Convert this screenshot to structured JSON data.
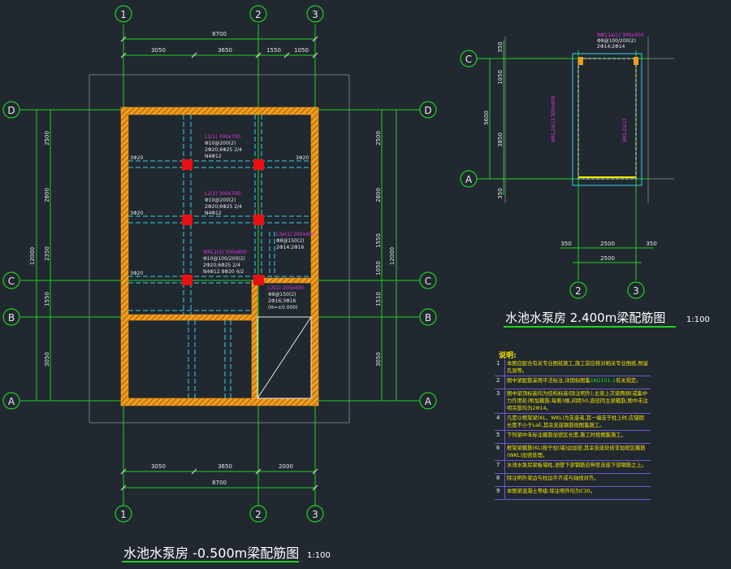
{
  "left_plan": {
    "title": "水池水泵房 -0.500m梁配筋图",
    "scale": "1:100",
    "axes_x": [
      "1",
      "2",
      "3"
    ],
    "axes_y": [
      "D",
      "C",
      "B",
      "A"
    ],
    "top_total_dim": "8700",
    "top_dims": [
      "3050",
      "3650",
      "1550",
      "1050"
    ],
    "bottom_total_dim": "8700",
    "bottom_dims": [
      "3050",
      "3650",
      "2000"
    ],
    "left_total_dim": "12000",
    "left_dims": [
      "2500",
      "2800",
      "2350",
      "1550",
      "3050"
    ],
    "right_total_dim": "12000",
    "right_dims": [
      "2500",
      "2800",
      "1550",
      "1050",
      "1510",
      "3050"
    ],
    "level_labels": [
      "3Φ20",
      "3Φ20",
      "3Φ20",
      "3Φ20"
    ],
    "beam_labels": [
      {
        "lines": [
          "L1(1) 300x700",
          "Φ10@200(2)",
          "2Φ20;6Φ25 2/4",
          "N4Φ12"
        ]
      },
      {
        "lines": [
          "L2(1) 300x700",
          "Φ10@200(2)",
          "2Φ20;6Φ25 2/4",
          "N4Φ12"
        ]
      },
      {
        "lines": [
          "WKL1(1) 300x800",
          "Φ10@100/200(2)",
          "2Φ20;6Φ25 2/4",
          "N4Φ12     8Φ20 4/2"
        ]
      },
      {
        "lines": [
          "L3a(1) 200x400",
          "Φ8@150(2)",
          "2Φ14;2Φ16"
        ]
      },
      {
        "lines": [
          "L3(1) 200x400",
          "Φ8@150(2)",
          "2Φ16;3Φ16",
          "(H=±0.000)"
        ]
      }
    ]
  },
  "right_plan": {
    "title": "水池水泵房 2.400m梁配筋图",
    "scale": "1:100",
    "axes_x": [
      "2",
      "3"
    ],
    "axes_y": [
      "C",
      "A"
    ],
    "bottom_dims": [
      "350",
      "2500",
      "350"
    ],
    "bottom_total_dim": "2500",
    "left_dims": [
      "350",
      "1050",
      "3850",
      "350"
    ],
    "left_total_dim": "5600",
    "beam_label": [
      "WKL1a(1) 300x300",
      "Φ8@100/200(2)",
      "2Φ14;2Φ14"
    ],
    "side_labels": [
      "WKL2a(1) 300x600",
      "WKL2a(1)"
    ]
  },
  "notes": {
    "title": "说明:",
    "items": [
      {
        "num": "1",
        "text": "本图应配合有关专业图纸施工,施工前应核对相关专业图纸,预留孔洞等。"
      },
      {
        "num": "2",
        "text": "图中梁配筋采用平法标注,详国标图集",
        "highlight": "16G101-1",
        "tail": "有关规定。"
      },
      {
        "num": "3",
        "text": "图中梁顶标高均为结构标高(除注明外),主梁上次梁两侧(或集中力作用处)附加箍筋,每侧3根,间距50,直径同主梁箍筋;图中未注明吊筋均为2Φ14。"
      },
      {
        "num": "4",
        "text": "凡是以框架梁(KL、WKL)为支座者,其一端支于柱上时,应锚固长度不小于LaE,其余支座钢筋按图集施工。"
      },
      {
        "num": "5",
        "text": "下列梁中未标注箍筋加密区长度,施工时按图集施工。"
      },
      {
        "num": "6",
        "text": "框架梁箍筋(KL)按于柱(墙)边加密,其余支座处按非加密区箍筋(WKL)加密处理。"
      },
      {
        "num": "7",
        "text": "水池水泵房梁板墙柱,池壁下部钢筋应伸至支座下部钢筋之上。"
      },
      {
        "num": "8",
        "text": "除注明外梁边与柱边平齐或与轴线对齐。"
      },
      {
        "num": "9",
        "text": "本图梁混凝土等级:除注明外均为C30。"
      }
    ]
  }
}
